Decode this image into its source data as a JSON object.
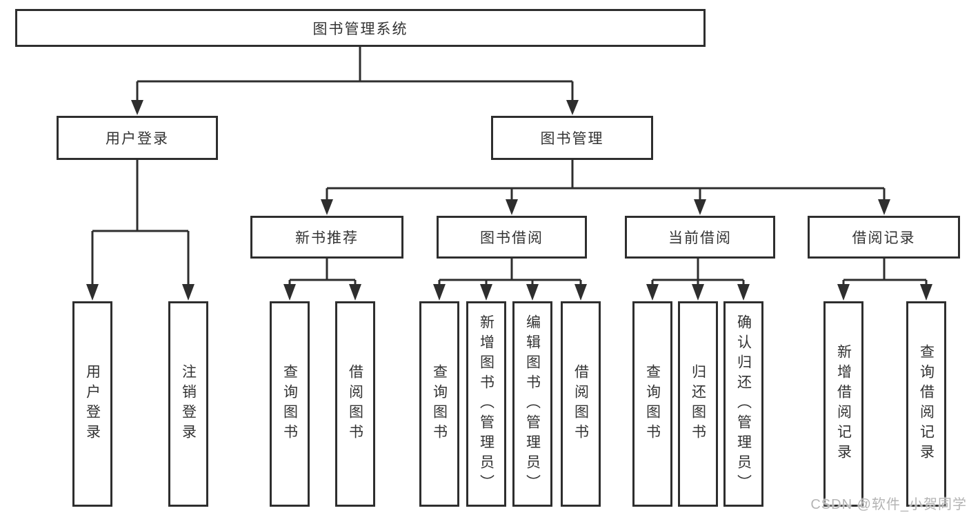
{
  "diagram": {
    "title": "图书管理系统",
    "branches": [
      {
        "label": "用户登录",
        "children": [
          {
            "label": "用户登录"
          },
          {
            "label": "注销登录"
          }
        ]
      },
      {
        "label": "图书管理",
        "children": [
          {
            "label": "新书推荐",
            "children": [
              {
                "label": "查询图书"
              },
              {
                "label": "借阅图书"
              }
            ]
          },
          {
            "label": "图书借阅",
            "children": [
              {
                "label": "查询图书"
              },
              {
                "label": "新增图书（管理员）"
              },
              {
                "label": "编辑图书（管理员）"
              },
              {
                "label": "借阅图书"
              }
            ]
          },
          {
            "label": "当前借阅",
            "children": [
              {
                "label": "查询图书"
              },
              {
                "label": "归还图书"
              },
              {
                "label": "确认归还（管理员）"
              }
            ]
          },
          {
            "label": "借阅记录",
            "children": [
              {
                "label": "新增借阅记录"
              },
              {
                "label": "查询借阅记录"
              }
            ]
          }
        ]
      }
    ]
  },
  "watermark": {
    "text": "CSDN @软件_小贺同学"
  },
  "colors": {
    "line": "#2e2e2e",
    "text": "#333333",
    "background": "#ffffff",
    "watermark": "#b4b4b4"
  }
}
